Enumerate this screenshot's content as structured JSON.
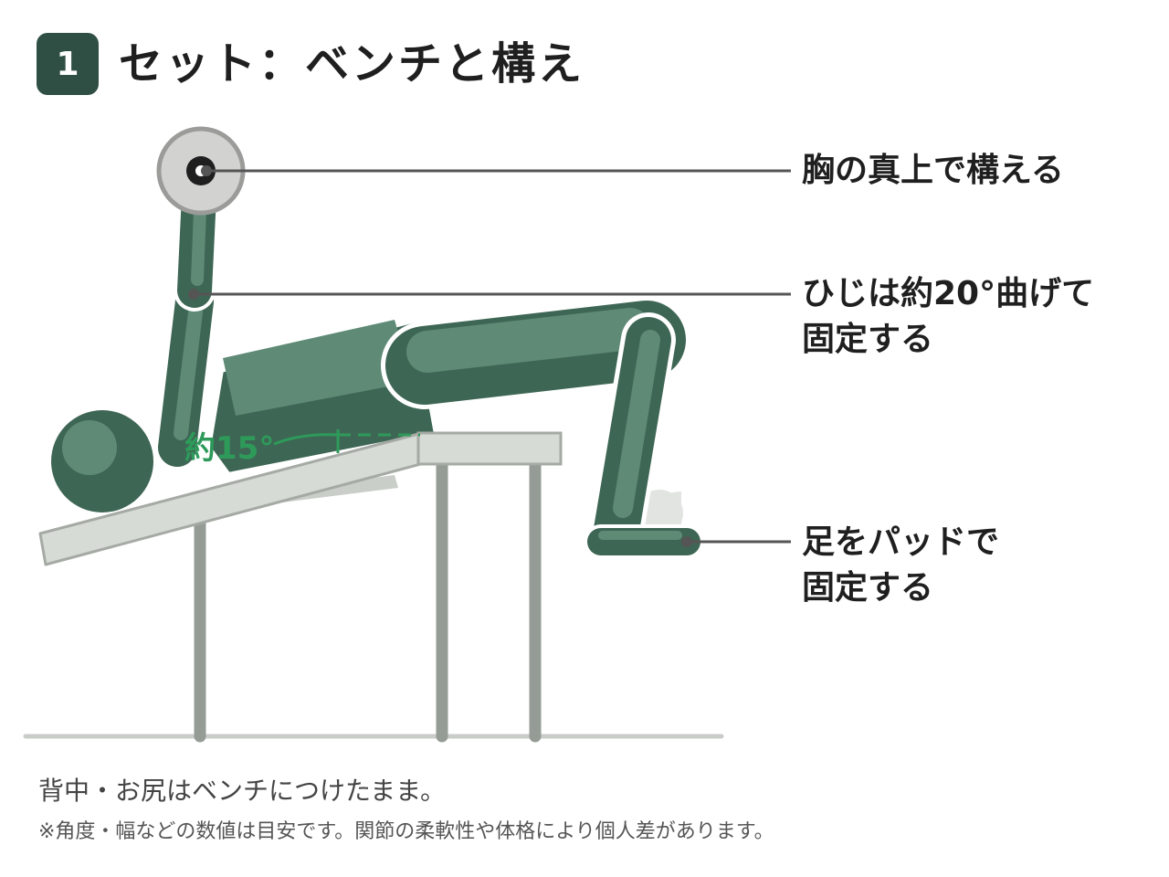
{
  "header": {
    "step_number": "1",
    "title": "セット：ベンチと構え"
  },
  "diagram": {
    "angle_label": "約15°",
    "callouts": [
      {
        "lines": [
          "胸の真上で構える"
        ]
      },
      {
        "lines": [
          "ひじは約20°曲げて",
          "固定する"
        ]
      },
      {
        "lines": [
          "足をパッドで",
          "固定する"
        ]
      }
    ]
  },
  "footer": {
    "main_text": "背中・お尻はベンチにつけたまま。",
    "note_text": "※角度・幅などの数値は目安です。関節の柔軟性や体格により個人差があります。"
  },
  "colors": {
    "badge": "#2f4f44",
    "body_dark": "#3e6654",
    "body_light": "#5e8a76",
    "bench": "#d7dbd5",
    "bench_stroke": "#a5aaa4",
    "bench_legs": "#959c95",
    "angle_accent": "#2e9a5a",
    "leader_line": "#555555"
  }
}
